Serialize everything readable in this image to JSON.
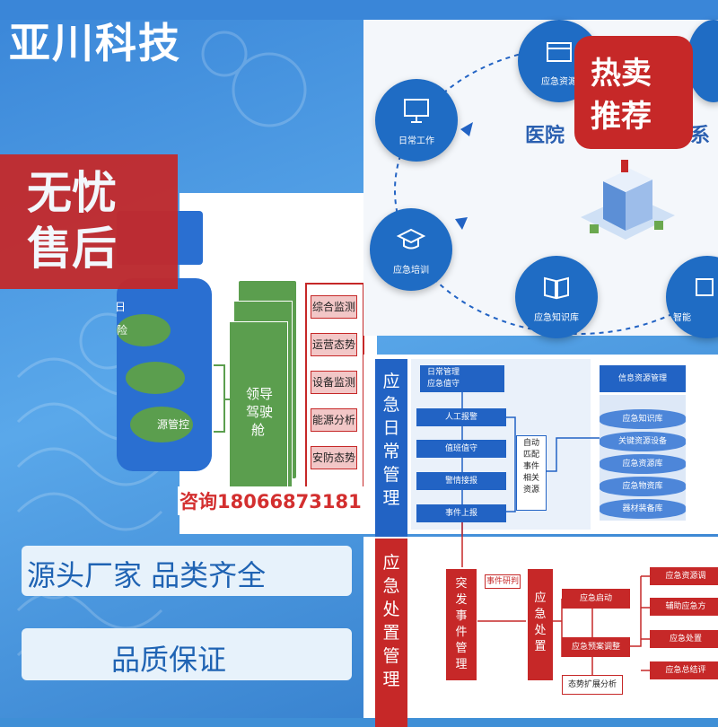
{
  "brand": "亚川科技",
  "badge_hot": {
    "line1": "热卖",
    "line2": "推荐"
  },
  "badge_service": {
    "line1": "无忧",
    "line2": "售后"
  },
  "contact": "咨询18066873181",
  "pills": {
    "source": "源头厂家  品类齐全",
    "quality": "品质保证"
  },
  "diagram_left": {
    "green_labels": [
      "日",
      "险",
      "源管控"
    ],
    "leader_box": [
      "领导",
      "驾驶",
      "舱"
    ],
    "pink_items": [
      "综合监测",
      "运营态势",
      "设备监测",
      "能源分析",
      "安防态势"
    ]
  },
  "cycle": {
    "title": "医院应急辅助系",
    "nodes": [
      "应急资源",
      "日常工作",
      "应急培训",
      "应急知识库",
      "智能"
    ],
    "title_left": "医院",
    "title_right": "助系"
  },
  "daily": {
    "title": [
      "应",
      "急",
      "日",
      "常",
      "管",
      "理"
    ],
    "header": "日常管理\n应急值守",
    "steps": [
      "人工报警",
      "值班值守",
      "警情接报",
      "事件上报"
    ],
    "auto_box": "自动\n匹配\n事件\n相关\n资源",
    "info_header": "信息资源管理",
    "libraries": [
      "应急知识库",
      "关键资源设备",
      "应急资源库",
      "应急物资库",
      "器材装备库"
    ]
  },
  "dispose": {
    "title": [
      "应",
      "急",
      "处",
      "置",
      "管",
      "理"
    ],
    "event_label": "事件研判",
    "event_box": [
      "突",
      "发",
      "事",
      "件",
      "管",
      "理"
    ],
    "response_box": [
      "应",
      "急",
      "处",
      "置"
    ],
    "steps": [
      "应急启动",
      "应急预案调整",
      "态势扩展分析"
    ],
    "right_items": [
      "应急资源调",
      "辅助应急方",
      "应急处置",
      "应急总结评"
    ]
  },
  "colors": {
    "accent": "#2263c4",
    "red": "#c62828",
    "green": "#5b9e4e"
  }
}
